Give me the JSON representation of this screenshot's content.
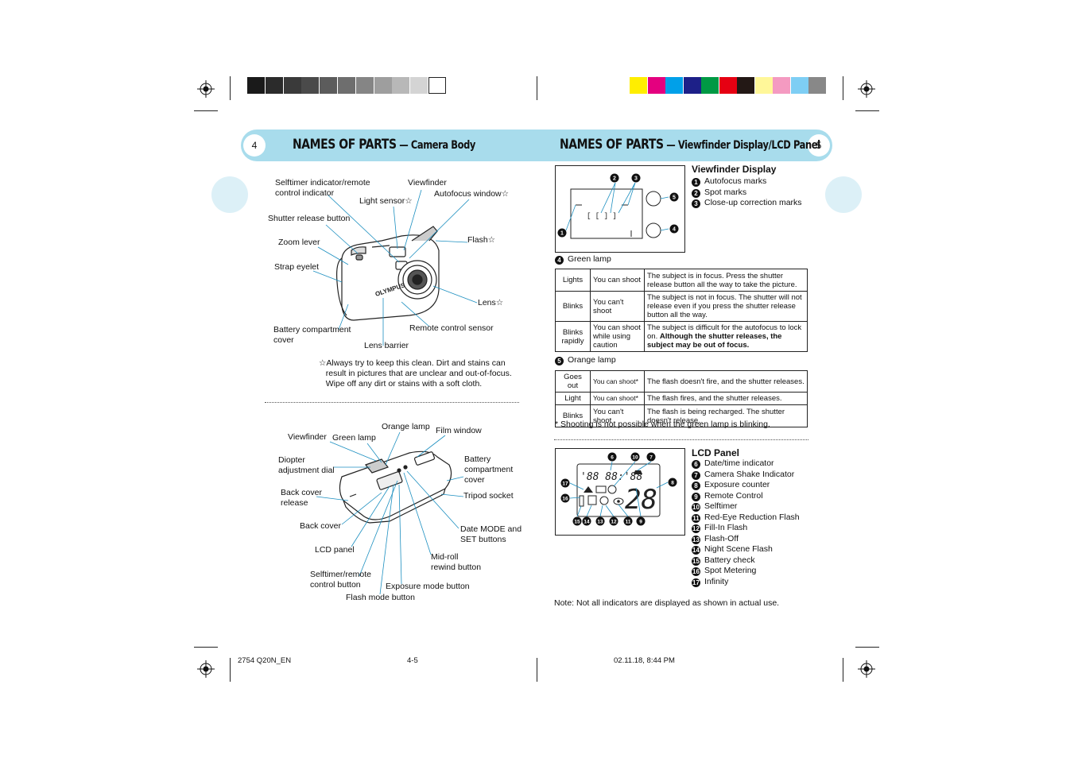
{
  "color_bars": {
    "gray": [
      "#1a1a1a",
      "#2b2b2b",
      "#3a3a3a",
      "#4a4a4a",
      "#5c5c5c",
      "#6e6e6e",
      "#858585",
      "#9e9e9e",
      "#b8b8b8",
      "#d4d4d4",
      "#ffffff"
    ],
    "color": [
      "#ffee00",
      "#e4007f",
      "#00a0e9",
      "#1d2088",
      "#009944",
      "#e60012",
      "#231815",
      "#fff799",
      "#f49ac1",
      "#7ecef4",
      "#888888"
    ]
  },
  "left_page": {
    "page_number": "4",
    "title_main": "NAMES OF PARTS",
    "title_sub": " — Camera Body",
    "camera_body_labels": {
      "selftimer": "Selftimer indicator/remote\ncontrol indicator",
      "viewfinder": "Viewfinder",
      "light_sensor": "Light sensor☆",
      "autofocus_window": "Autofocus window☆",
      "shutter": "Shutter release button",
      "zoom": "Zoom lever",
      "flash": "Flash☆",
      "strap": "Strap eyelet",
      "lens": "Lens☆",
      "battery_cover": "Battery compartment\ncover",
      "remote_sensor": "Remote control sensor",
      "lens_barrier": "Lens barrier"
    },
    "note": "☆Always try to keep this clean. Dirt and stains can\n   result in pictures that are unclear and out-of-focus.\n   Wipe off any dirt or stains with a soft cloth.",
    "back_labels": {
      "orange_lamp": "Orange lamp",
      "film_window": "Film window",
      "viewfinder": "Viewfinder",
      "green_lamp": "Green lamp",
      "diopter": "Diopter\nadjustment dial",
      "battery_cover": "Battery\ncompartment\ncover",
      "tripod": "Tripod socket",
      "back_cover_release": "Back cover\nrelease",
      "back_cover": "Back cover",
      "date_mode": "Date MODE and\nSET buttons",
      "lcd_panel": "LCD panel",
      "midroll": "Mid-roll\nrewind button",
      "selftimer_btn": "Selftimer/remote\ncontrol button",
      "exposure_btn": "Exposure mode button",
      "flash_btn": "Flash mode button"
    },
    "camera_brand": "OLYMPUS"
  },
  "right_page": {
    "page_number": "5",
    "title_main": "NAMES OF PARTS",
    "title_sub": " — Viewfinder Display/LCD Panel",
    "viewfinder_heading": "Viewfinder Display",
    "viewfinder_items": [
      {
        "n": "1",
        "label": "Autofocus marks"
      },
      {
        "n": "2",
        "label": "Spot marks"
      },
      {
        "n": "3",
        "label": "Close-up correction marks"
      }
    ],
    "green_lamp_heading": "Green lamp",
    "green_lamp_num": "4",
    "green_table": [
      {
        "state": "Lights",
        "result": "You can shoot",
        "desc": "The subject is in focus. Press the shutter release button all the way to take the picture.",
        "bold": ""
      },
      {
        "state": "Blinks",
        "result": "You can't shoot",
        "desc": "The subject is not in focus. The shutter will not release even if you press the shutter release button all the way.",
        "bold": ""
      },
      {
        "state": "Blinks rapidly",
        "result": "You can shoot while using caution",
        "desc": "The subject is difficult for the autofocus to lock on. ",
        "bold": "Although the shutter releases, the subject may be out of focus."
      }
    ],
    "orange_lamp_heading": "Orange lamp",
    "orange_lamp_num": "5",
    "orange_table": [
      {
        "state": "Goes out",
        "result": "You can shoot*",
        "desc": "The flash doesn't fire, and the shutter releases."
      },
      {
        "state": "Light",
        "result": "You can shoot*",
        "desc": "The flash fires, and the shutter releases."
      },
      {
        "state": "Blinks",
        "result": "You can't shoot",
        "desc": "The flash is being recharged. The shutter doesn't release."
      }
    ],
    "footnote": "*  Shooting is not possible when the green lamp is blinking.",
    "lcd_heading": "LCD Panel",
    "lcd_items": [
      {
        "n": "6",
        "label": "Date/time indicator"
      },
      {
        "n": "7",
        "label": "Camera Shake Indicator"
      },
      {
        "n": "8",
        "label": "Exposure counter"
      },
      {
        "n": "9",
        "label": "Remote Control"
      },
      {
        "n": "10",
        "label": "Selftimer"
      },
      {
        "n": "11",
        "label": "Red-Eye Reduction Flash"
      },
      {
        "n": "12",
        "label": "Fill-In Flash"
      },
      {
        "n": "13",
        "label": "Flash-Off"
      },
      {
        "n": "14",
        "label": "Night Scene Flash"
      },
      {
        "n": "15",
        "label": "Battery check"
      },
      {
        "n": "16",
        "label": "Spot Metering"
      },
      {
        "n": "17",
        "label": "Infinity"
      }
    ],
    "note": "Note:  Not all indicators are displayed as shown in actual use."
  },
  "footer": {
    "file": "2754 Q20N_EN",
    "pages": "4-5",
    "date": "02.11.18, 8:44 PM"
  }
}
